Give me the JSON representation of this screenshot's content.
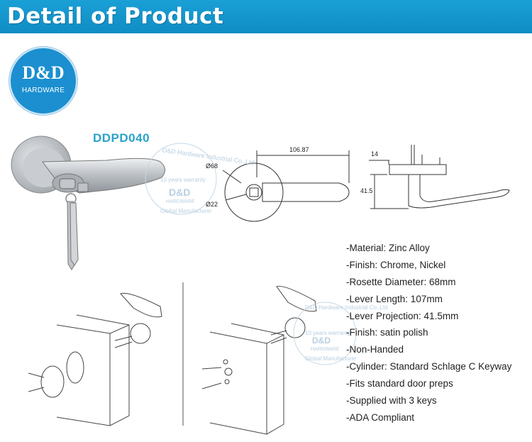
{
  "header": {
    "title": "Detail of Product"
  },
  "logo": {
    "main": "D&D",
    "sub": "HARDWARE"
  },
  "product": {
    "model": "DDPD040"
  },
  "dimensions": {
    "length": "106.87",
    "rosette": "Ø68",
    "cylinder": "Ø22",
    "projection": "41.5",
    "depth": "14"
  },
  "watermark": {
    "company": "D&D Hardware Industrial Co.,Ltd",
    "years": "10 years warranty",
    "brand": "D&D",
    "hardware": "HARDWARE",
    "manufacturer": "Global Manufacturer"
  },
  "specs": [
    "-Material: Zinc Alloy",
    "-Finish: Chrome, Nickel",
    "-Rosette Diameter: 68mm",
    "-Lever Length: 107mm",
    "-Lever Projection: 41.5mm",
    "-Finish: satin polish",
    "-Non-Handed",
    "-Cylinder: Standard Schlage C Keyway",
    "-Fits standard door preps",
    "-Supplied with 3 keys",
    "-ADA Compliant"
  ],
  "colors": {
    "banner": "#1aa0d6",
    "logo": "#1b8fd0",
    "model": "#2aa3c9"
  }
}
